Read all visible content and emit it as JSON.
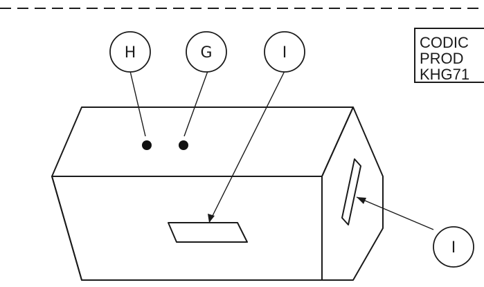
{
  "code_box": {
    "line1": "CODIC",
    "line2": "PROD",
    "line3": "KHG71"
  },
  "callouts": {
    "h": "H",
    "g": "G",
    "i_top": "I",
    "i_side": "I"
  }
}
